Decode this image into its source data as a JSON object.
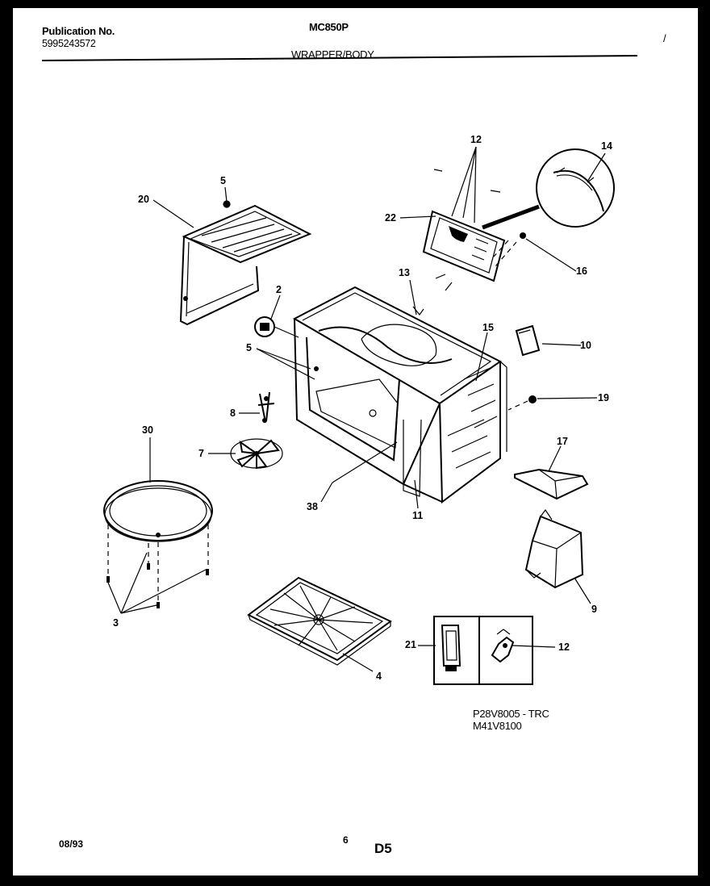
{
  "header": {
    "publication_label": "Publication No.",
    "publication_number": "5995243572",
    "model": "MC850P",
    "section": "WRAPPER/BODY",
    "corner_mark": "/"
  },
  "callouts": [
    "20",
    "5",
    "2",
    "5",
    "8",
    "7",
    "30",
    "3",
    "4",
    "38",
    "11",
    "13",
    "15",
    "12",
    "22",
    "14",
    "16",
    "10",
    "19",
    "17",
    "9",
    "21",
    "12"
  ],
  "footer": {
    "part_code_1": "P28V8005 - TRC",
    "part_code_2": "M41V8100",
    "date": "08/93",
    "page": "6",
    "sheet_code": "D5"
  }
}
